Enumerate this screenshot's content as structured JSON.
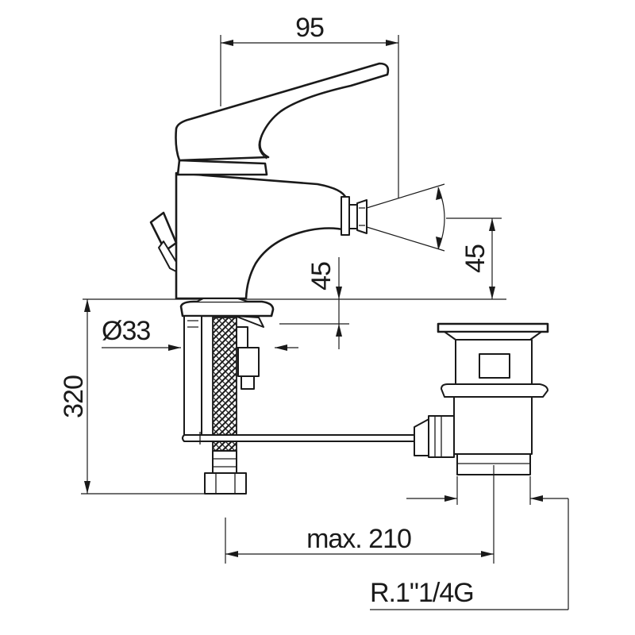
{
  "dimensions": {
    "width_top": "95",
    "spray_height": "45",
    "spray_angle": "45",
    "body_diameter": "Ø33",
    "height_below_deck": "320",
    "waste_distance": "max. 210",
    "waste_thread": "R.1\"1/4G"
  },
  "colors": {
    "line": "#1a1a1a",
    "background": "#ffffff"
  }
}
